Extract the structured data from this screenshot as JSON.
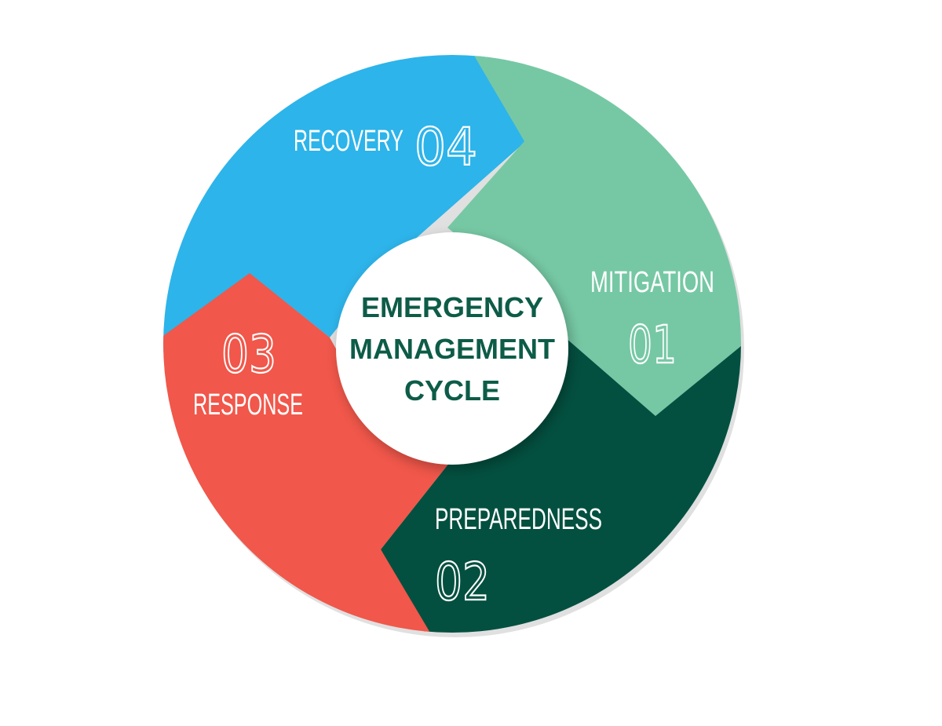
{
  "center": {
    "line1": "EMERGENCY",
    "line2": "MANAGEMENT",
    "line3": "CYCLE",
    "color": "#0d5c48"
  },
  "phases": [
    {
      "number": "01",
      "label": "MITIGATION",
      "color": "#76c8a4"
    },
    {
      "number": "02",
      "label": "PREPAREDNESS",
      "color": "#035040"
    },
    {
      "number": "03",
      "label": "RESPONSE",
      "color": "#f1574a"
    },
    {
      "number": "04",
      "label": "RECOVERY",
      "color": "#2db4ea"
    }
  ]
}
